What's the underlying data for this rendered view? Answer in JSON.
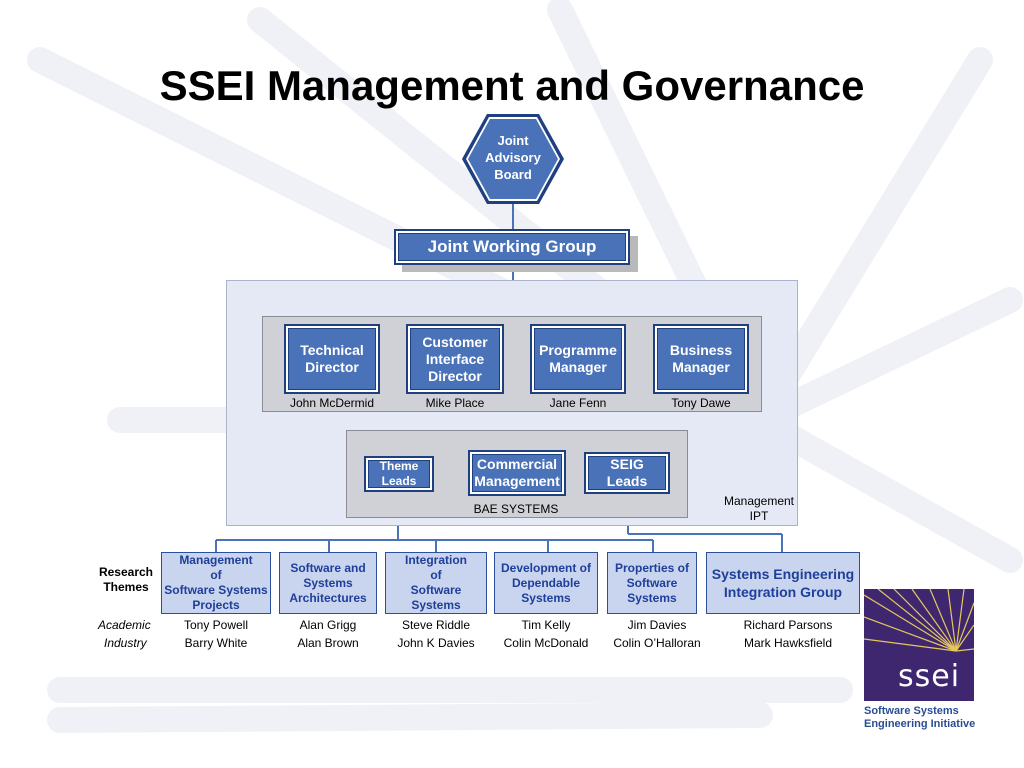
{
  "title": "SSEI Management and Governance",
  "top": {
    "advisory_board": "Joint\nAdvisory\nBoard",
    "working_group": "Joint Working Group"
  },
  "directors": [
    {
      "role": "Technical Director",
      "name": "John McDermid"
    },
    {
      "role": "Customer Interface Director",
      "name": "Mike Place"
    },
    {
      "role": "Programme Manager",
      "name": "Jane Fenn"
    },
    {
      "role": "Business Manager",
      "name": "Tony Dawe"
    }
  ],
  "bae": {
    "theme_leads": "Theme Leads",
    "commercial": "Commercial Management",
    "seig_leads": "SEIG Leads",
    "label": "BAE SYSTEMS"
  },
  "management_ipt": "Management\nIPT",
  "research_themes_label": "Research\nThemes",
  "row_labels": {
    "academic": "Academic",
    "industry": "Industry"
  },
  "themes": [
    {
      "title": "Management\nof\nSoftware Systems\nProjects",
      "academic": "Tony Powell",
      "industry": "Barry White"
    },
    {
      "title": "Software and\nSystems\nArchitectures",
      "academic": "Alan Grigg",
      "industry": "Alan Brown"
    },
    {
      "title": "Integration\nof\nSoftware\nSystems",
      "academic": "Steve Riddle",
      "industry": "John K Davies"
    },
    {
      "title": "Development of\nDependable\nSystems",
      "academic": "Tim Kelly",
      "industry": "Colin McDonald"
    },
    {
      "title": "Properties of\nSoftware\nSystems",
      "academic": "Jim Davies",
      "industry": "Colin O’Halloran"
    },
    {
      "title": "Systems Engineering\nIntegration Group",
      "academic": "Richard Parsons",
      "industry": "Mark Hawksfield"
    }
  ],
  "logo": {
    "wordmark": "ssei",
    "caption": "Software Systems\nEngineering Initiative"
  },
  "colors": {
    "box_blue": "#4a72b8",
    "theme_fill": "#c9d4ee",
    "connector": "#4a72b8",
    "logo_purple": "#3f2770"
  }
}
